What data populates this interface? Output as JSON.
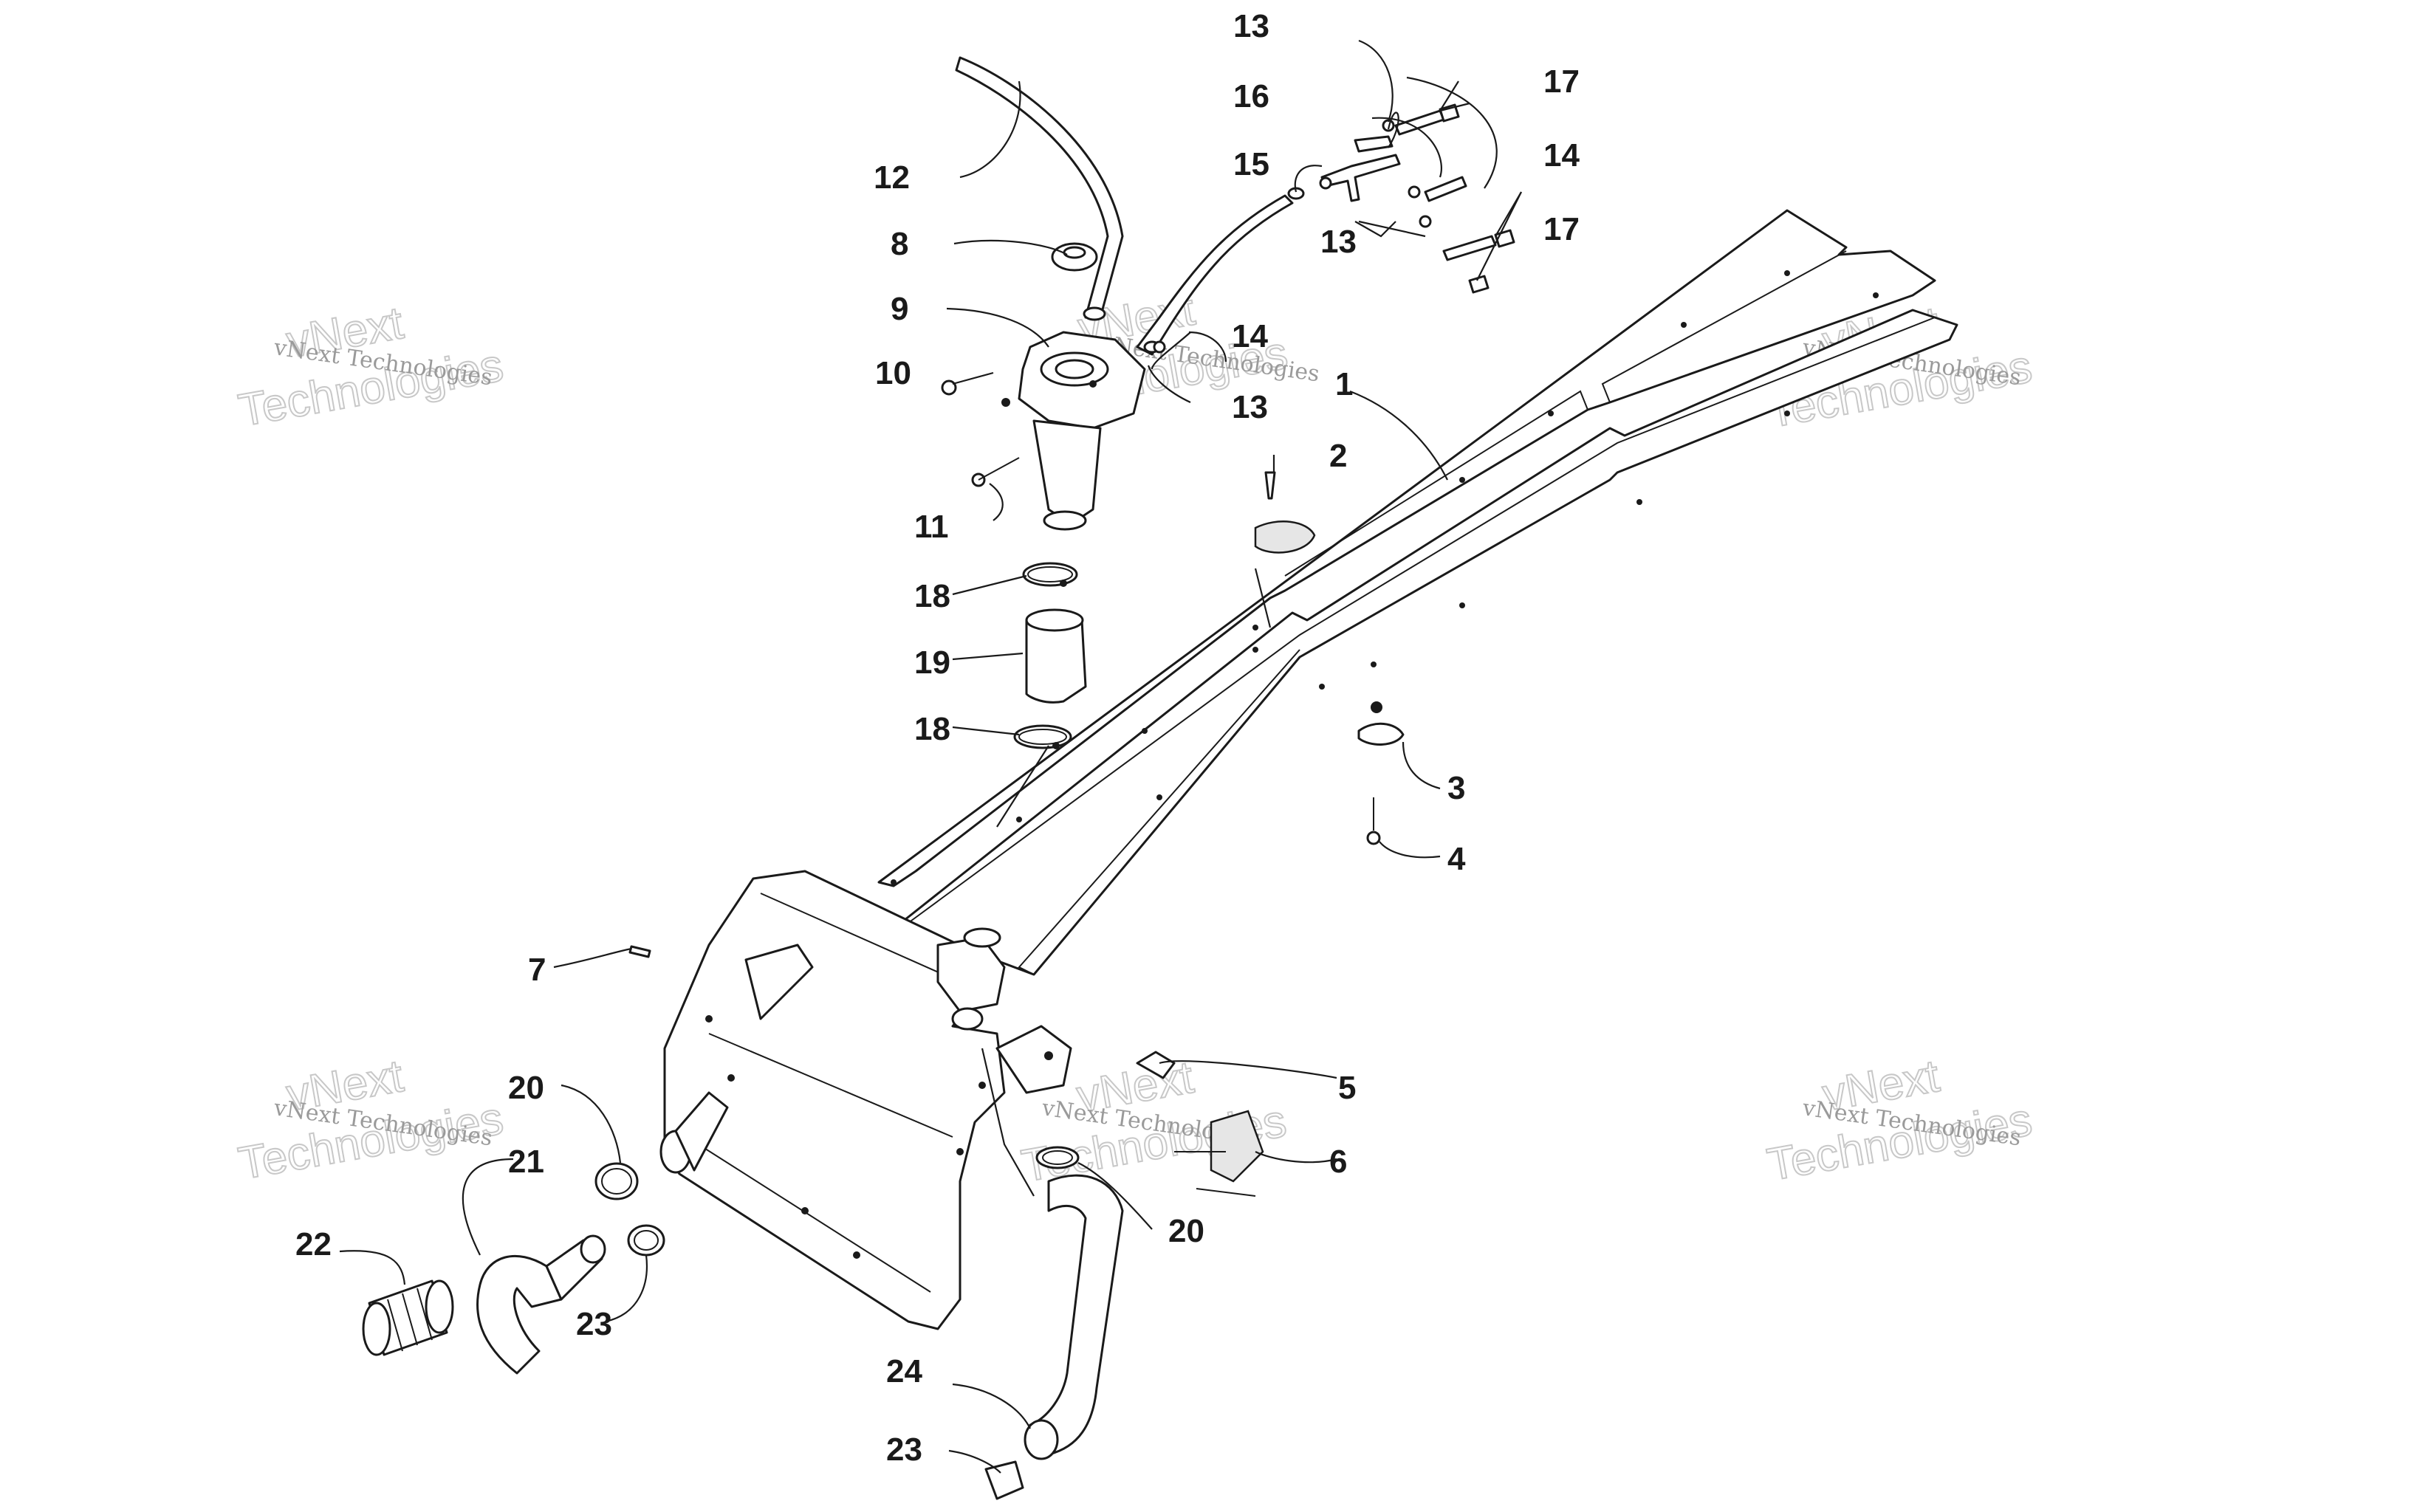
{
  "watermark": {
    "small_text": "vNext Technologies",
    "big_text_1": "vNext",
    "big_text_2": "Technologies"
  },
  "callouts": {
    "c1": "1",
    "c2": "2",
    "c3": "3",
    "c4": "4",
    "c5": "5",
    "c6": "6",
    "c7": "7",
    "c8": "8",
    "c9": "9",
    "c10": "10",
    "c11": "11",
    "c12": "12",
    "c13a": "13",
    "c13b": "13",
    "c13c": "13",
    "c14a": "14",
    "c14b": "14",
    "c15": "15",
    "c16": "16",
    "c17a": "17",
    "c17b": "17",
    "c18a": "18",
    "c18b": "18",
    "c19": "19",
    "c20a": "20",
    "c20b": "20",
    "c21": "21",
    "c22": "22",
    "c23a": "23",
    "c23b": "23",
    "c24": "24"
  }
}
